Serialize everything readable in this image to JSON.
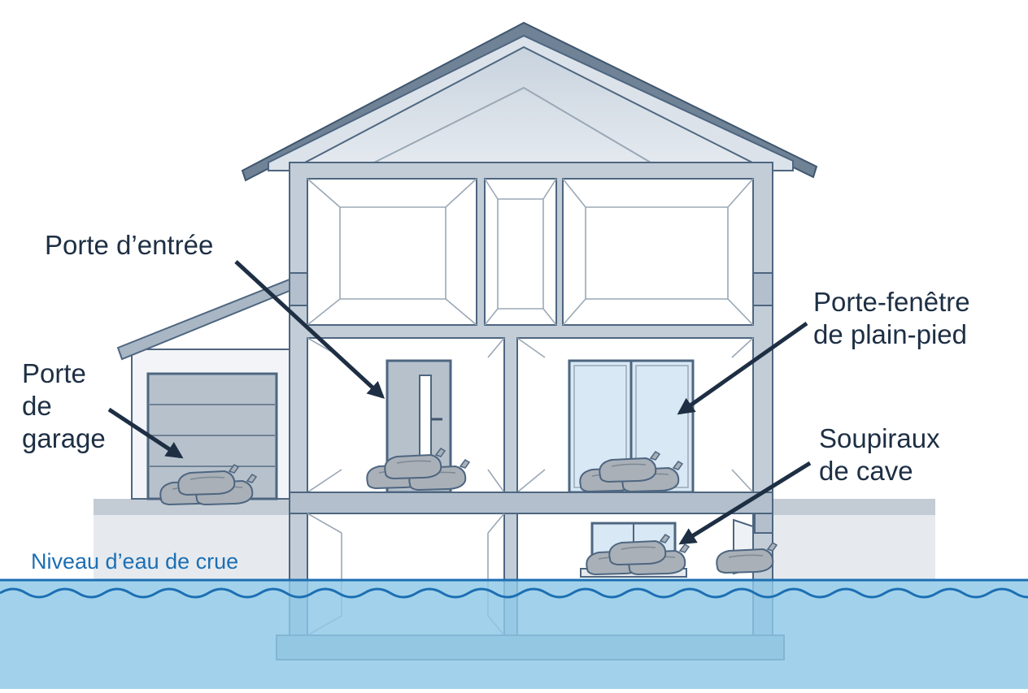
{
  "labels": {
    "entry_door": "Porte d’entrée",
    "french_window": [
      "Porte-fenêtre",
      "de plain-pied"
    ],
    "garage_door": [
      "Porte",
      "de",
      "garage"
    ],
    "cellar_vents": [
      "Soupiraux",
      "de cave"
    ],
    "flood_level": "Niveau d’eau de crue"
  },
  "colors": {
    "outline": "#4e6680",
    "wall_fill": "#dbe2ea",
    "roof_fill": "#cfd8e2",
    "water": "#8ec8e6",
    "water_line": "#1c6fb3",
    "label_text": "#1e2f44",
    "sandbag": "#a9b0b8"
  },
  "icons": [
    "sandbag-icon",
    "arrow-icon",
    "wave-icon"
  ]
}
